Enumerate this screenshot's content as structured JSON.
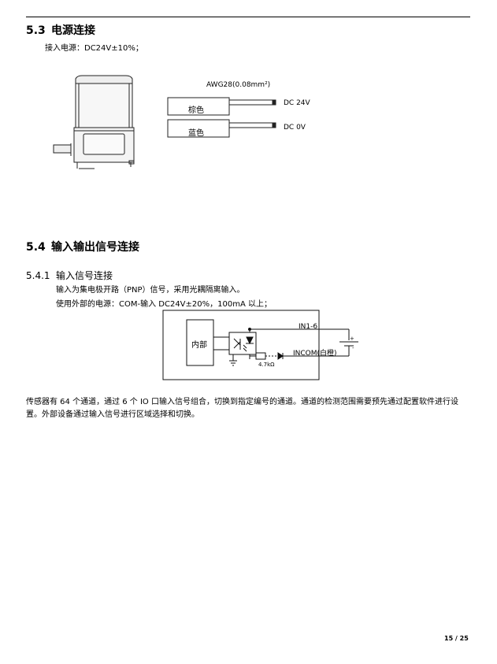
{
  "section_5_3": {
    "number": "5.3",
    "title": "电源连接",
    "supply_text": "接入电源：DC24V±10%；"
  },
  "power_diagram": {
    "wire_gauge": "AWG28(0.08mm²)",
    "wire_brown": "棕色",
    "wire_blue": "蓝色",
    "label_24v": "DC 24V",
    "label_0v": "DC 0V"
  },
  "section_5_4": {
    "number": "5.4",
    "title": "输入输出信号连接"
  },
  "section_5_4_1": {
    "number": "5.4.1",
    "title": "输入信号连接",
    "line1": "输入为集电极开路（PNP）信号，采用光耦隔离输入。",
    "line2": "使用外部的电源：COM-输入 DC24V±20%，100mA 以上；"
  },
  "circuit_diagram": {
    "internal": "内部",
    "in_label": "IN1-6",
    "incom_label": "INCOM(白橙)",
    "resistor": "4.7kΩ",
    "plus": "+",
    "minus": "-"
  },
  "description": "传感器有 64 个通道，通过 6 个 IO 口输入信号组合，切换到指定编号的通道。通道的检测范围需要预先通过配置软件进行设置。外部设备通过输入信号进行区域选择和切换。",
  "footer": {
    "page": "15 / 25"
  }
}
